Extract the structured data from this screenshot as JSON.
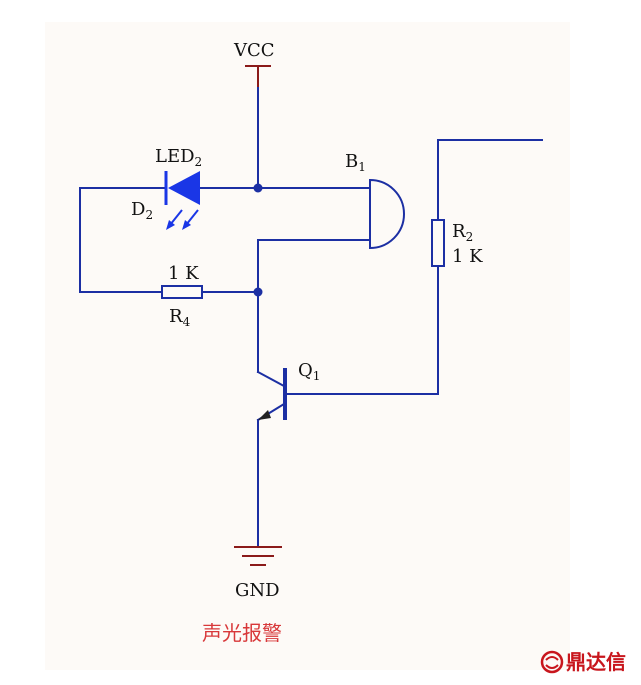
{
  "labels": {
    "vcc": "VCC",
    "gnd": "GND",
    "led_name": "LED",
    "led_sub": "2",
    "d_name": "D",
    "d_sub": "2",
    "buzzer_name": "B",
    "buzzer_sub": "1",
    "r2_name": "R",
    "r2_sub": "2",
    "r2_value": "1 K",
    "r4_value": "1 K",
    "r4_name": "R",
    "r4_sub": "4",
    "q1_name": "Q",
    "q1_sub": "1"
  },
  "caption": "声光报警",
  "watermark": "鼎达信",
  "colors": {
    "wire": "#1c2fa3",
    "rail": "#8b1a1a",
    "led": "#1a36e6",
    "caption": "#d8383a",
    "brand": "#c8161d"
  }
}
